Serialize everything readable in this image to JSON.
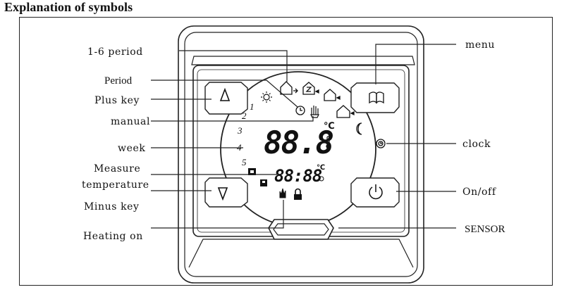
{
  "heading": "Explanation of symbols",
  "labels": {
    "period_1_6": "1-6 period",
    "period": "Period",
    "plus_key": "Plus key",
    "manual": "manual",
    "week": "week",
    "measure_temp_line1": "Measure",
    "measure_temp_line2": "temperature",
    "minus_key": "Minus key",
    "heating_on": "Heating on",
    "menu": "menu",
    "clock": "clock",
    "on_off": "On/off",
    "sensor": "SENSOR"
  },
  "display": {
    "main_temp": "88.8",
    "main_unit": "℃",
    "time": "88:88",
    "time_unit": "℃",
    "day_numbers": [
      "1",
      "2",
      "3",
      "4",
      "5"
    ]
  },
  "icons": {
    "plus_key": "triangle-up-icon",
    "minus_key": "triangle-down-icon",
    "menu": "book-icon",
    "on_off": "power-icon",
    "clock": "clock-icon",
    "sun": "sun-icon",
    "moon": "moon-icon",
    "manual": "hand-icon",
    "lock": "lock-icon",
    "heating": "flame-icon",
    "period_clock": "clock-icon",
    "houses": [
      "house-leave-icon",
      "house-sleep-icon",
      "house-return-icon",
      "house-home-icon"
    ]
  }
}
